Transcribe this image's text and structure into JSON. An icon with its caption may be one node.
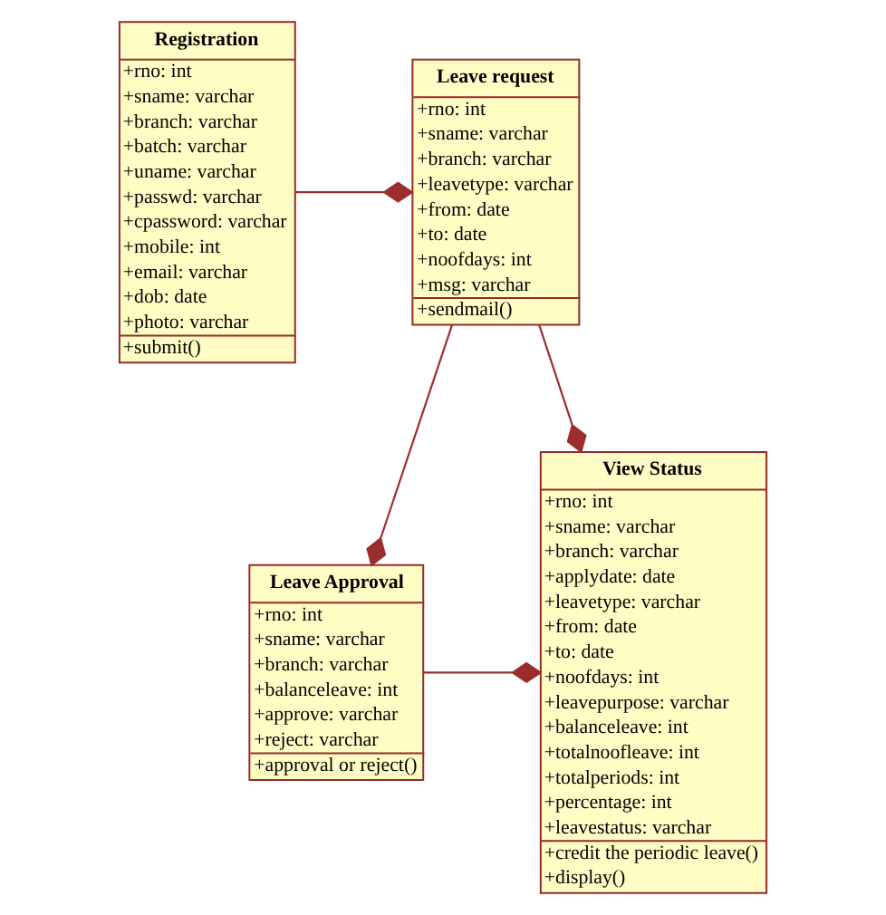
{
  "diagram": {
    "nodes": [
      {
        "text": [
          "Registration",
          "+rno: int",
          "+sname: varchar",
          "+branch: varchar",
          "+batch: varchar",
          "+uname: varchar",
          "+passwd: varchar",
          "+cpassword: varchar",
          "+mobile: int",
          "+email: varchar",
          "+dob: date",
          "+photo: varchar",
          "+submit()"
        ]
      },
      {
        "text": [
          "Leave request",
          "+rno: int",
          "+sname: varchar",
          "+branch: varchar",
          "+leavetype: varchar",
          "+from: date",
          "+to: date",
          "+noofdays: int",
          "+msg: varchar",
          "+sendmail()"
        ]
      },
      {
        "text": [
          "Leave Approval",
          "+rno: int",
          "+sname: varchar",
          "+branch: varchar",
          "+balanceleave: int",
          "+approve: varchar",
          "+reject: varchar",
          "+approval or reject()"
        ]
      },
      {
        "text": [
          "View Status",
          "+rno: int",
          "+sname: varchar",
          "+branch: varchar",
          "+applydate: date",
          "+leavetype: varchar",
          "+from: date",
          "+to: date",
          "+noofdays: int",
          "+leavepurpose: varchar",
          "+balanceleave: int",
          "+totalnoofleave: int",
          "+totalperiods: int",
          "+percentage: int",
          "+leavestatus: varchar",
          "+credit the periodic leave()",
          "+display()"
        ]
      }
    ],
    "edges": [
      {
        "from": 0,
        "to": 1,
        "arrow": "other"
      },
      {
        "from": 1,
        "to": 2,
        "arrow": "other"
      },
      {
        "from": 1,
        "to": 3,
        "arrow": "other"
      },
      {
        "from": 2,
        "to": 3,
        "arrow": "other"
      }
    ]
  }
}
